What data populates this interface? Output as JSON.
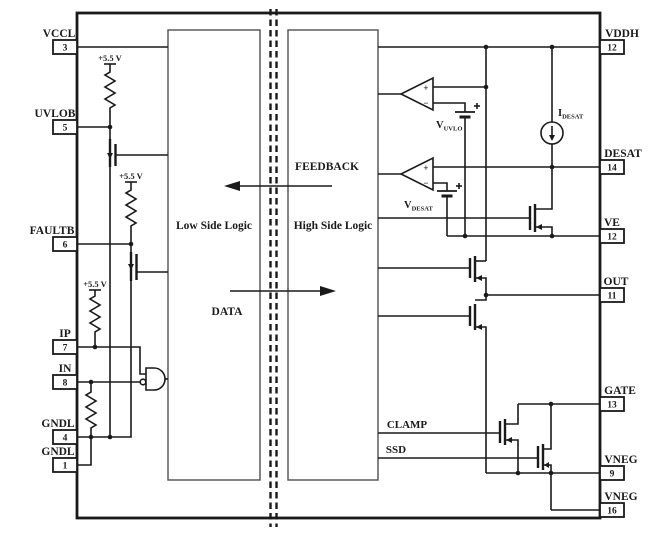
{
  "diagram": {
    "left_pins": [
      {
        "name": "VCCL",
        "number": "3"
      },
      {
        "name": "UVLOB",
        "number": "5"
      },
      {
        "name": "FAULTB",
        "number": "6"
      },
      {
        "name": "IP",
        "number": "7"
      },
      {
        "name": "IN",
        "number": "8"
      },
      {
        "name": "GNDL",
        "number": "4"
      },
      {
        "name": "GNDL",
        "number": "1"
      }
    ],
    "right_pins": [
      {
        "name": "VDDH",
        "number": "12"
      },
      {
        "name": "DESAT",
        "number": "14"
      },
      {
        "name": "VE",
        "number": "12"
      },
      {
        "name": "OUT",
        "number": "11"
      },
      {
        "name": "GATE",
        "number": "13"
      },
      {
        "name": "VNEG",
        "number": "9"
      },
      {
        "name": "VNEG",
        "number": "16"
      }
    ],
    "blocks": {
      "low_side_label": "Low Side Logic",
      "high_side_label": "High Side Logic"
    },
    "signals": {
      "feedback": "FEEDBACK",
      "data": "DATA",
      "clamp": "CLAMP",
      "ssd": "SSD"
    },
    "supply_labels": [
      "+5.5 V",
      "+5.5 V",
      "+5.5 V"
    ],
    "references": {
      "vuvlo_main": "V",
      "vuvlo_sub": "UVLO",
      "vdesat_main": "V",
      "vdesat_sub": "DESAT",
      "idesat_main": "I",
      "idesat_sub": "DESAT"
    },
    "symbols": {
      "plus": "+",
      "minus": "−"
    },
    "colors": {
      "line": "#1a1a1a",
      "block_stroke": "#4f4f4f",
      "background": "#ffffff"
    }
  }
}
